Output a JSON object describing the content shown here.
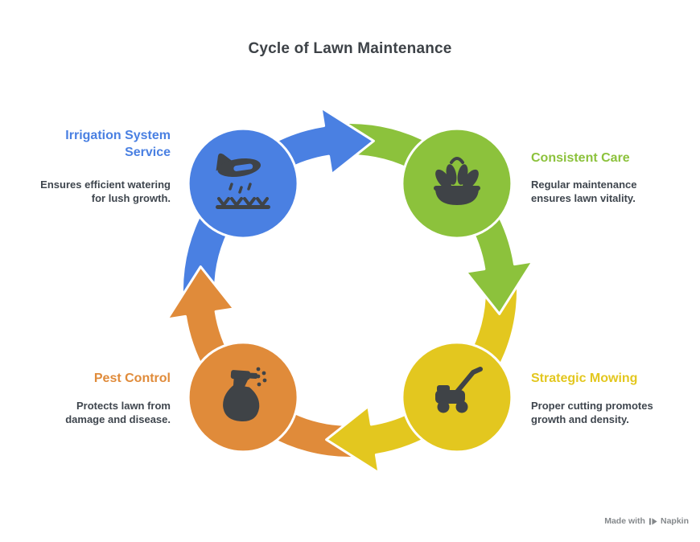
{
  "title": "Cycle of Lawn Maintenance",
  "direction": "clockwise",
  "colors": {
    "blue": "#4a80e2",
    "green": "#8cc23c",
    "yellow": "#e3c71f",
    "orange": "#e08b3a",
    "icon": "#3f4347",
    "title_text": "#3d4247",
    "body_text": "#3f464e",
    "footer_text": "#85898c"
  },
  "nodes": [
    {
      "id": "irrigation",
      "title_lines": [
        "Irrigation System",
        "Service"
      ],
      "desc_lines": [
        "Ensures efficient watering",
        "for lush growth."
      ],
      "color_key": "blue",
      "icon": "crop-duster-irrigation-icon",
      "angle": 225
    },
    {
      "id": "care",
      "title_lines": [
        "Consistent Care"
      ],
      "desc_lines": [
        "Regular maintenance",
        "ensures lawn vitality."
      ],
      "color_key": "green",
      "icon": "plant-bowl-icon",
      "angle": 315
    },
    {
      "id": "mowing",
      "title_lines": [
        "Strategic Mowing"
      ],
      "desc_lines": [
        "Proper cutting promotes",
        "growth and density."
      ],
      "color_key": "yellow",
      "icon": "lawn-mower-icon",
      "angle": 45
    },
    {
      "id": "pest",
      "title_lines": [
        "Pest Control"
      ],
      "desc_lines": [
        "Protects lawn from",
        "damage and disease."
      ],
      "color_key": "orange",
      "icon": "spray-bottle-icon",
      "angle": 135
    }
  ],
  "footer": {
    "made_with": "Made with",
    "brand": "Napkin"
  }
}
